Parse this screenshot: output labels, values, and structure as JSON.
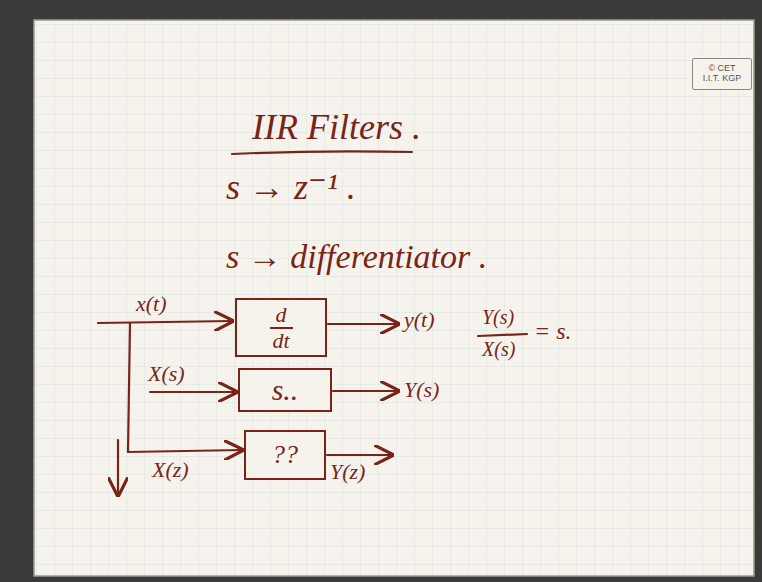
{
  "diagram": {
    "title": "IIR Filters .",
    "nodes": [
      {
        "text": [
          "© CET I.I.T. KGP"
        ]
      },
      {
        "text": [
          "d",
          "dt"
        ]
      },
      {
        "text": [
          "s.."
        ]
      },
      {
        "text": [
          "??"
        ]
      }
    ],
    "labels": [
      "s → z⁻¹ .",
      "s → differentiator .",
      "x(t)",
      "y(t)",
      "Y(s)",
      "X(s)",
      "= s.",
      "X(s)",
      "Y(s)",
      "X(z)",
      "Y(z)"
    ]
  }
}
